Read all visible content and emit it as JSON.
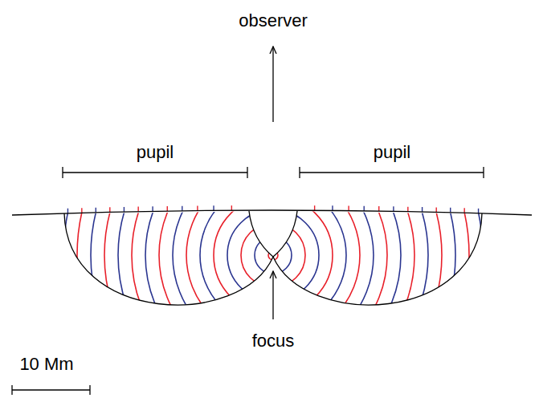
{
  "diagram": {
    "labels": [
      "observer",
      "pupil",
      "pupil",
      "focus",
      "10 Mm"
    ]
  }
}
